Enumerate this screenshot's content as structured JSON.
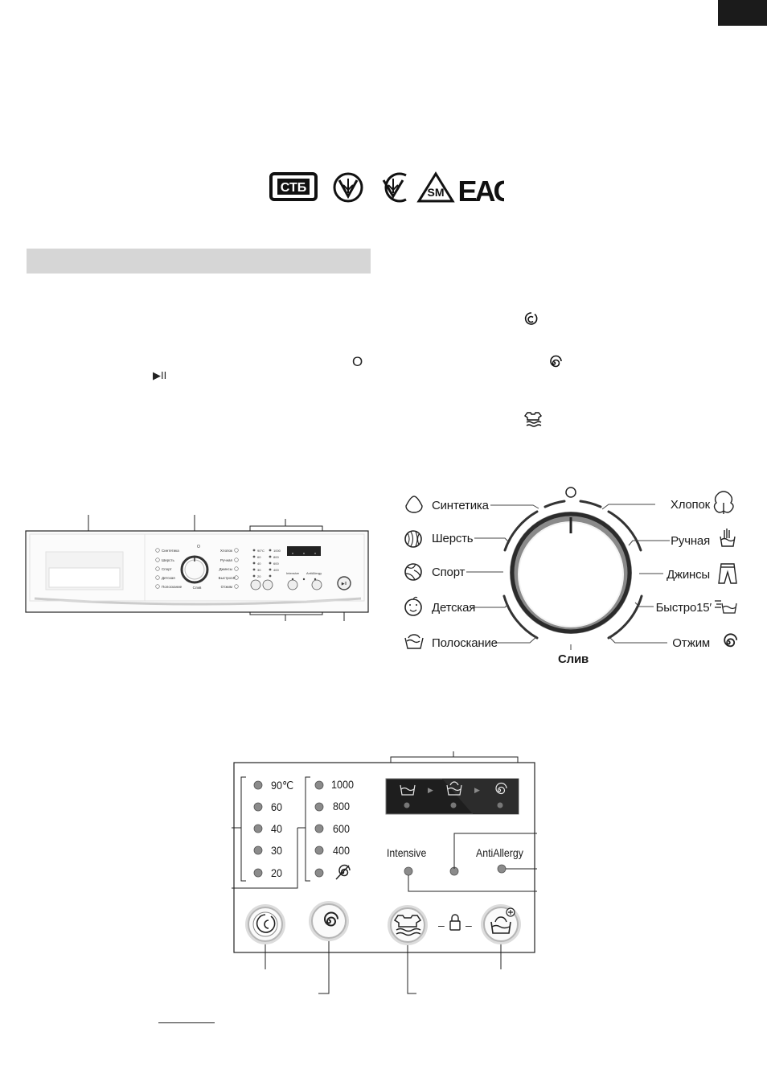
{
  "symbols": {
    "power": "O",
    "start_pause": "▶II"
  },
  "certifications": [
    "СТБ",
    "EAC"
  ],
  "dial": {
    "top_mark": "O",
    "left": [
      "Синтетика",
      "Шерсть",
      "Спорт",
      "Детская",
      "Полоскание"
    ],
    "right": [
      "Хлопок",
      "Ручная",
      "Джинсы",
      "Быстро15′",
      "Отжим"
    ],
    "bottom": "Слив"
  },
  "overview": {
    "left_programs": [
      "Синтетика",
      "Шерсть",
      "Спорт",
      "Детская",
      "Полоскание"
    ],
    "right_programs": [
      "Хлопок",
      "Ручная",
      "Джинсы",
      "Быстро15′",
      "Отжим"
    ],
    "drain": "Слив",
    "temps": [
      "90°C",
      "60",
      "40",
      "30",
      "20"
    ],
    "spins": [
      "1000",
      "800",
      "600",
      "400"
    ],
    "options": [
      "Intensive",
      "AntiAllergy"
    ]
  },
  "panel": {
    "temperatures": [
      "90℃",
      "60",
      "40",
      "30",
      "20"
    ],
    "spin_speeds": [
      "1000",
      "800",
      "600",
      "400"
    ],
    "option_labels": {
      "intensive": "Intensive",
      "antiallergy": "AntiAllergy"
    },
    "stage_arrow": "▶",
    "lock_dash": "–"
  },
  "colors": {
    "section_bar": "#d6d6d6",
    "page_tab": "#1b1b1b",
    "display": "#1e1e1e",
    "led": "#7a7a7a"
  }
}
